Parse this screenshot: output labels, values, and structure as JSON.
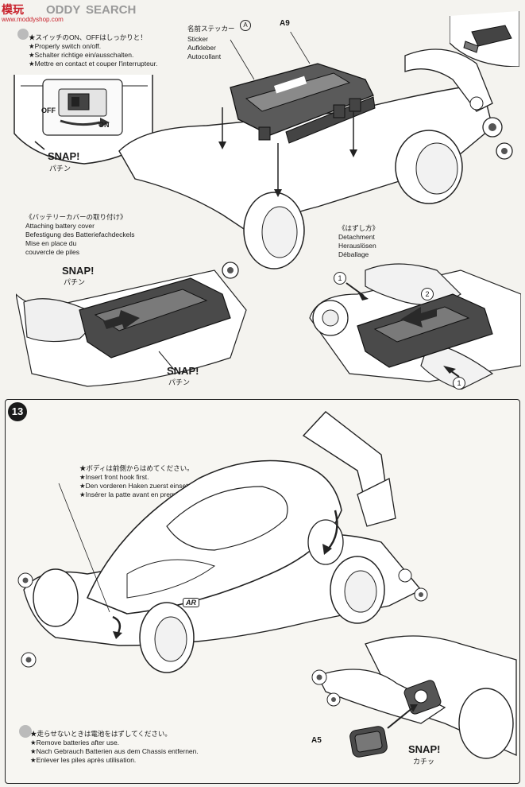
{
  "watermark": {
    "brand": "ODDY",
    "search": "SEARCH",
    "logo_cn": "模玩",
    "url": "www.moddyshop.com"
  },
  "top_notes": {
    "lines": [
      "★スイッチのON、OFFはしっかりと！",
      "★Properly switch on/off.",
      "★Schalter richtige ein/ausschalten.",
      "★Mettre en contact et couper l'interrupteur."
    ],
    "off_label": "OFF",
    "on_label": "ON",
    "snap": "SNAP!",
    "snap_jp": "パチン"
  },
  "sticker": {
    "jp": "名前ステッカー",
    "ref": "A",
    "lines": [
      "Sticker",
      "Aufkleber",
      "Autocollant"
    ],
    "part": "A9"
  },
  "battery_cover": {
    "lines": [
      "《バッテリーカバーの取り付け》",
      "Attaching battery cover",
      "Befestigung des Batteriefachdeckels",
      "Mise en place du",
      "couvercle de piles"
    ],
    "snap1": "SNAP!",
    "snap1_jp": "パチン",
    "snap2": "SNAP!",
    "snap2_jp": "パチン"
  },
  "detachment": {
    "lines": [
      "《はずし方》",
      "Detachment",
      "Herauslösen",
      "Déballage"
    ],
    "step1": "1",
    "step2": "2",
    "step1b": "1"
  },
  "step13": {
    "number": "13",
    "body_notes": [
      "★ボディは前側からはめてください。",
      "★Insert front hook first.",
      "★Den vorderen Haken zuerst einsetzen.",
      "★Insérer la patte avant en premier."
    ],
    "logo": "AR",
    "battery_notes": [
      "★走らせないときは電池をはずしてください。",
      "★Remove batteries after use.",
      "★Nach Gebrauch Batterien aus dem Chassis entfernen.",
      "★Enlever les piles après utilisation."
    ],
    "part": "A5",
    "snap": "SNAP!",
    "snap_jp": "カチッ"
  },
  "colors": {
    "ink": "#1a1a1a",
    "paper": "#f4f3ef",
    "part_grey": "#555555",
    "arrow_dark": "#333333",
    "watermark_red": "#c8202a"
  }
}
